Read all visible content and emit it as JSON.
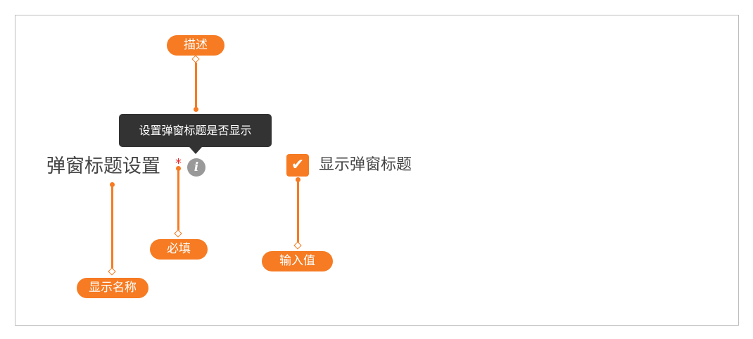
{
  "annotations": {
    "description": "描述",
    "required": "必填",
    "display_name": "显示名称",
    "input_value": "输入值"
  },
  "tooltip": "设置弹窗标题是否显示",
  "field": {
    "label": "弹窗标题设置",
    "required_mark": "*",
    "info_icon": "i",
    "checkbox_checked": true,
    "checkbox_label": "显示弹窗标题"
  },
  "colors": {
    "accent": "#f67b22",
    "tooltip_bg": "#333333",
    "required": "#e8262a"
  }
}
